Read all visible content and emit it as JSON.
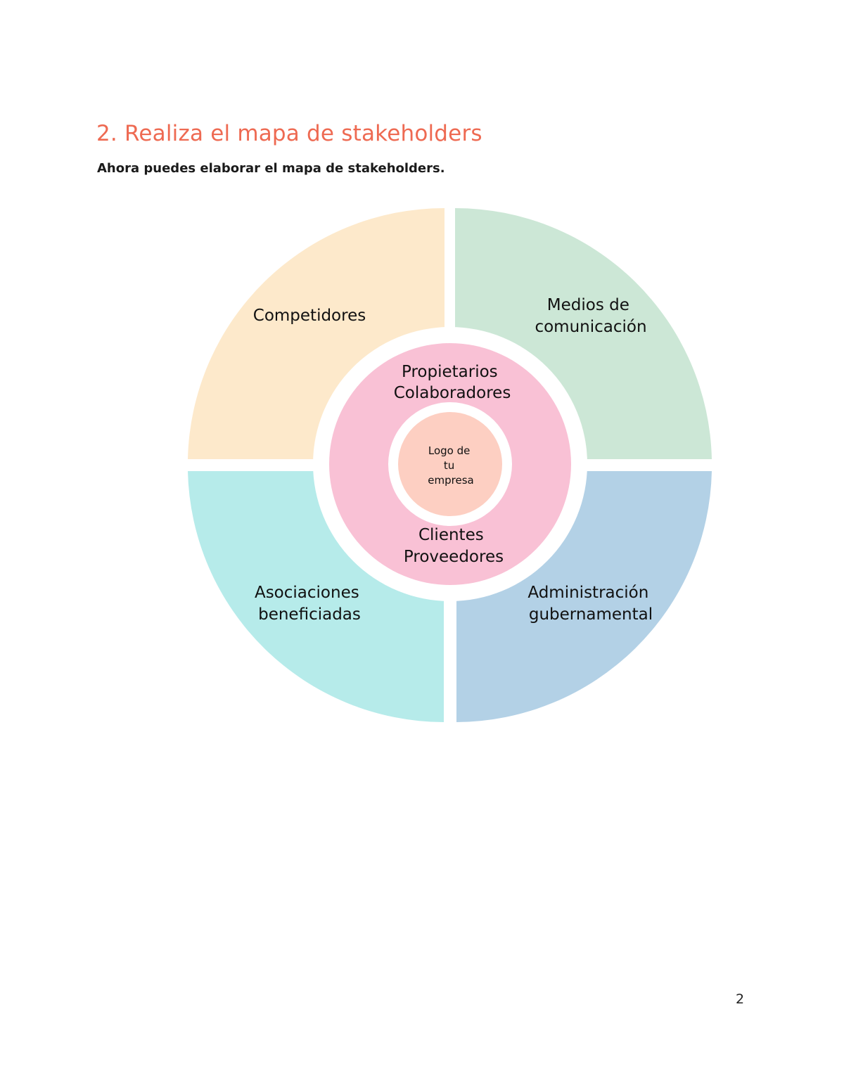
{
  "heading": "2. Realiza el mapa de stakeholders",
  "subheading": "Ahora puedes elaborar el mapa de stakeholders.",
  "diagram": {
    "quadrants": {
      "top_left": {
        "lines": [
          "Competidores"
        ],
        "color": "#fde9cb"
      },
      "top_right": {
        "lines": [
          "Medios de",
          "comunicación"
        ],
        "color": "#cce7d6"
      },
      "bottom_left": {
        "lines": [
          "Asociaciones",
          "beneficiadas"
        ],
        "color": "#b6ebea"
      },
      "bottom_right": {
        "lines": [
          "Administración",
          "gubernamental"
        ],
        "color": "#b3d1e6"
      }
    },
    "middle_ring": {
      "color": "#f9c1d5",
      "top_lines": [
        "Propietarios",
        "Colaboradores"
      ],
      "bottom_lines": [
        "Clientes",
        "Proveedores"
      ]
    },
    "center": {
      "color": "#fdcfc2",
      "lines": [
        "Logo de",
        "tu",
        "empresa"
      ]
    }
  },
  "page_number": "2"
}
